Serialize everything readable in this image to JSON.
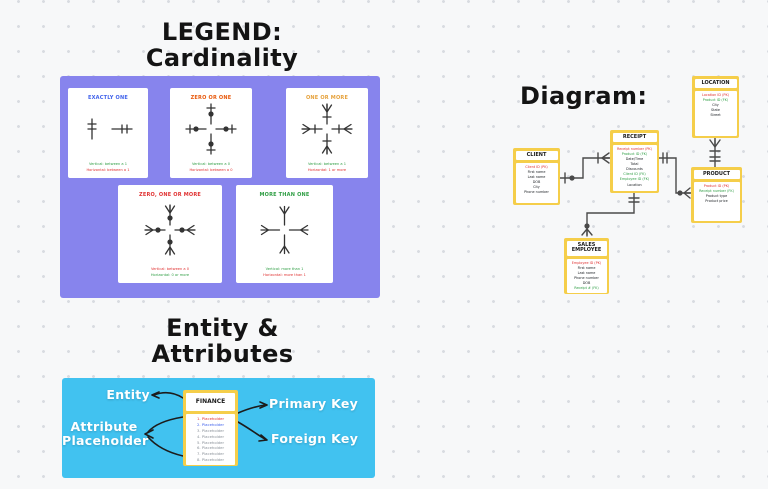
{
  "board": {
    "bg_color": "#f7f8f9",
    "dot_color": "#d9dce1"
  },
  "legend": {
    "title_line1": "LEGEND:",
    "title_line2": "Cardinality",
    "panel_color": "#8784ED",
    "cards": [
      {
        "title": "EXACTLY ONE",
        "title_color": "#4263EB",
        "symbol": "one",
        "notes": [
          {
            "text": "Vertical: between a 1",
            "color": "#2F9E44"
          },
          {
            "text": "Horizontal: between a 1",
            "color": "#E03131"
          }
        ]
      },
      {
        "title": "ZERO OR ONE",
        "title_color": "#E8590C",
        "symbol": "zero-one",
        "notes": [
          {
            "text": "Vertical: between a 0",
            "color": "#2F9E44"
          },
          {
            "text": "Horizontal: between a 0",
            "color": "#E03131"
          }
        ]
      },
      {
        "title": "ONE OR MORE",
        "title_color": "#E6A23C",
        "symbol": "one-more",
        "notes": [
          {
            "text": "Vertical: between a 1",
            "color": "#2F9E44"
          },
          {
            "text": "Horizontal: 1 or more",
            "color": "#E03131"
          }
        ]
      },
      {
        "title": "ZERO, ONE OR MORE",
        "title_color": "#E03131",
        "symbol": "zero-more",
        "notes": [
          {
            "text": "Vertical: between a 0",
            "color": "#E03131"
          },
          {
            "text": "Horizontal: 0 or more",
            "color": "#2F9E44"
          }
        ]
      },
      {
        "title": "MORE THAN ONE",
        "title_color": "#2F9E44",
        "symbol": "more",
        "notes": [
          {
            "text": "Vertical: more than 1",
            "color": "#2F9E44"
          },
          {
            "text": "Horizontal: more than 1",
            "color": "#E03131"
          }
        ]
      }
    ]
  },
  "diagram": {
    "title": "Diagram:",
    "entity_border_color": "#F5CE4A",
    "entities": [
      {
        "name": "CLIENT",
        "attributes": [
          {
            "text": "Client ID (PK)",
            "color": "#E03131"
          },
          {
            "text": "First name",
            "color": "#212529"
          },
          {
            "text": "Last name",
            "color": "#212529"
          },
          {
            "text": "DOB",
            "color": "#212529"
          },
          {
            "text": "City",
            "color": "#212529"
          },
          {
            "text": "Phone number",
            "color": "#212529"
          }
        ]
      },
      {
        "name": "RECEIPT",
        "attributes": [
          {
            "text": "Receipt number (PK)",
            "color": "#E03131"
          },
          {
            "text": "Product ID (FK)",
            "color": "#2F9E44"
          },
          {
            "text": "Date/Time",
            "color": "#212529"
          },
          {
            "text": "Total",
            "color": "#212529"
          },
          {
            "text": "Discounts",
            "color": "#212529"
          },
          {
            "text": "Client ID (FK)",
            "color": "#2F9E44"
          },
          {
            "text": "Employee ID (FK)",
            "color": "#2F9E44"
          },
          {
            "text": "Location",
            "color": "#212529"
          }
        ]
      },
      {
        "name": "LOCATION",
        "attributes": [
          {
            "text": "Location ID (PK)",
            "color": "#E03131"
          },
          {
            "text": "Product ID (FK)",
            "color": "#2F9E44"
          },
          {
            "text": "City",
            "color": "#212529"
          },
          {
            "text": "State",
            "color": "#212529"
          },
          {
            "text": "Street",
            "color": "#212529"
          }
        ]
      },
      {
        "name": "PRODUCT",
        "attributes": [
          {
            "text": "Product ID (PK)",
            "color": "#E03131"
          },
          {
            "text": "Receipt number (FK)",
            "color": "#2F9E44"
          },
          {
            "text": "Product type",
            "color": "#212529"
          },
          {
            "text": "Product price",
            "color": "#212529"
          }
        ]
      },
      {
        "name": "SALES EMPLOYEE",
        "attributes": [
          {
            "text": "Employee ID (PK)",
            "color": "#E03131"
          },
          {
            "text": "First name",
            "color": "#212529"
          },
          {
            "text": "Last name",
            "color": "#212529"
          },
          {
            "text": "Phone number",
            "color": "#212529"
          },
          {
            "text": "DOB",
            "color": "#212529"
          },
          {
            "text": "Receipt # (FK)",
            "color": "#2F9E44"
          }
        ]
      }
    ]
  },
  "entity_attributes": {
    "title_line1": "Entity &",
    "title_line2": "Attributes",
    "panel_color": "#41C2F0",
    "box_title": "FINANCE",
    "labels": {
      "entity": "Entity",
      "attribute_placeholder": "Attribute Placeholder",
      "primary_key": "Primary Key",
      "foreign_key": "Foreign Key"
    },
    "attributes": [
      {
        "text": "1. Placeholder",
        "color": "#E03131"
      },
      {
        "text": "2. Placeholder",
        "color": "#4263EB"
      },
      {
        "text": "3. Placeholder",
        "color": "#8A9199"
      },
      {
        "text": "4. Placeholder",
        "color": "#8A9199"
      },
      {
        "text": "5. Placeholder",
        "color": "#8A9199"
      },
      {
        "text": "6. Placeholder",
        "color": "#8A9199"
      },
      {
        "text": "7. Placeholder",
        "color": "#8A9199"
      },
      {
        "text": "8. Placeholder",
        "color": "#8A9199"
      }
    ]
  }
}
